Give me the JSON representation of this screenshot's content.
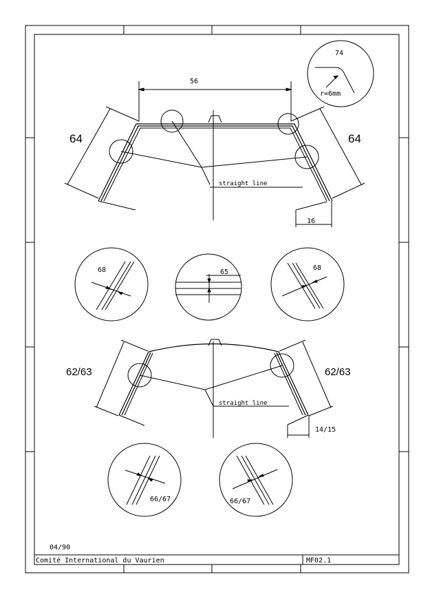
{
  "detail_top": {
    "angle": "74",
    "radius": "r=6mm"
  },
  "profile_top": {
    "width": "56",
    "left_side": "64",
    "right_side": "64",
    "note": "straight line",
    "offset": "16"
  },
  "section_circles": {
    "left": "68",
    "middle": "65",
    "right": "68"
  },
  "profile_bottom": {
    "left_side": "62/63",
    "right_side": "62/63",
    "note": "straight line",
    "offset": "14/15"
  },
  "bottom_circles": {
    "left": "66/67",
    "right": "66/67"
  },
  "title_block": {
    "date": "04/90",
    "organization": "Comité International du Vaurien",
    "code": "MF02.1"
  }
}
